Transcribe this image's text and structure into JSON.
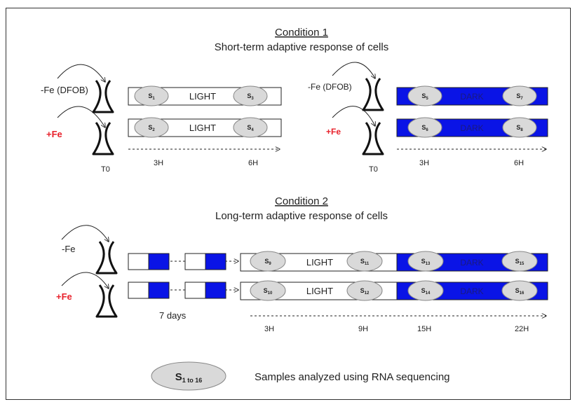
{
  "colors": {
    "dark": "#0a14e6",
    "sample_fill": "#d9d9d9",
    "fe_plus": "#e8212b"
  },
  "condition1": {
    "title": "Condition 1",
    "subtitle": "Short-term adaptive response of cells",
    "left": {
      "minus_fe_label": "-Fe (DFOB)",
      "plus_fe_label": "+Fe",
      "t0": "T0",
      "t1": "3H",
      "t2": "6H",
      "top_bar": {
        "label": "LIGHT",
        "s_a": "1",
        "s_b": "3"
      },
      "bottom_bar": {
        "label": "LIGHT",
        "s_a": "2",
        "s_b": "4"
      }
    },
    "right": {
      "minus_fe_label": "-Fe (DFOB)",
      "plus_fe_label": "+Fe",
      "t0": "T0",
      "t1": "3H",
      "t2": "6H",
      "top_bar": {
        "label": "DARK",
        "s_a": "5",
        "s_b": "7"
      },
      "bottom_bar": {
        "label": "DARK",
        "s_a": "6",
        "s_b": "8"
      }
    }
  },
  "condition2": {
    "title": "Condition 2",
    "subtitle": "Long-term adaptive response of cells",
    "minus_fe_label": "-Fe",
    "plus_fe_label": "+Fe",
    "days_label": "7 days",
    "t1": "3H",
    "t2": "9H",
    "t3": "15H",
    "t4": "22H",
    "top": {
      "light": "LIGHT",
      "dark": "DARK",
      "s1": "9",
      "s2": "11",
      "s3": "13",
      "s4": "15"
    },
    "bottom": {
      "light": "LIGHT",
      "dark": "DARK",
      "s1": "10",
      "s2": "12",
      "s3": "14",
      "s4": "16"
    }
  },
  "legend": {
    "s_letter": "S",
    "s_sub": "1 to 16",
    "text": "Samples analyzed using RNA sequencing"
  }
}
